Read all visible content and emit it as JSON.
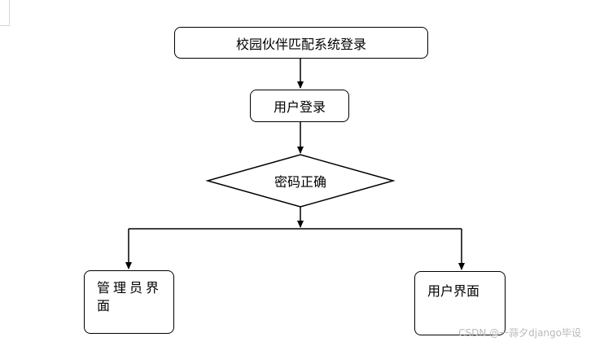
{
  "diagram": {
    "title_node": "校园伙伴匹配系统登录",
    "login_node": "用户登录",
    "decision_node": "密码正确",
    "admin_node": "管理员界面",
    "user_node": "用户界面"
  },
  "watermark": "CSDN @一蒜夕django毕设"
}
